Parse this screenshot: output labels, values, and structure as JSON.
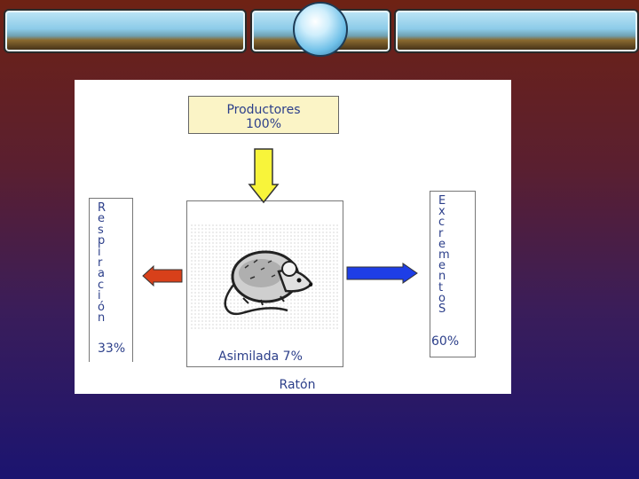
{
  "diagram": {
    "producers": {
      "label": "Productores",
      "percent": "100%"
    },
    "respiration": {
      "letters": [
        "R",
        "e",
        "s",
        "p",
        "i",
        "r",
        "a",
        "c",
        "i",
        "ó",
        "n"
      ],
      "percent": "33%"
    },
    "assimilated": {
      "label": "Asimilada 7%"
    },
    "consumer": {
      "label": "Ratón"
    },
    "excrement": {
      "letters": [
        "E",
        "x",
        "c",
        "r",
        "e",
        "m",
        "e",
        "n",
        "t",
        "o",
        "S"
      ],
      "percent": "60%"
    }
  },
  "colors": {
    "producer_box": "#fbf4c6",
    "down_arrow": "#f8f43a",
    "left_arrow": "#d8401a",
    "right_arrow": "#1e3ee6",
    "text": "#2c3f8a"
  },
  "icons": [
    "mouse-icon",
    "down-arrow",
    "left-arrow",
    "right-arrow"
  ]
}
